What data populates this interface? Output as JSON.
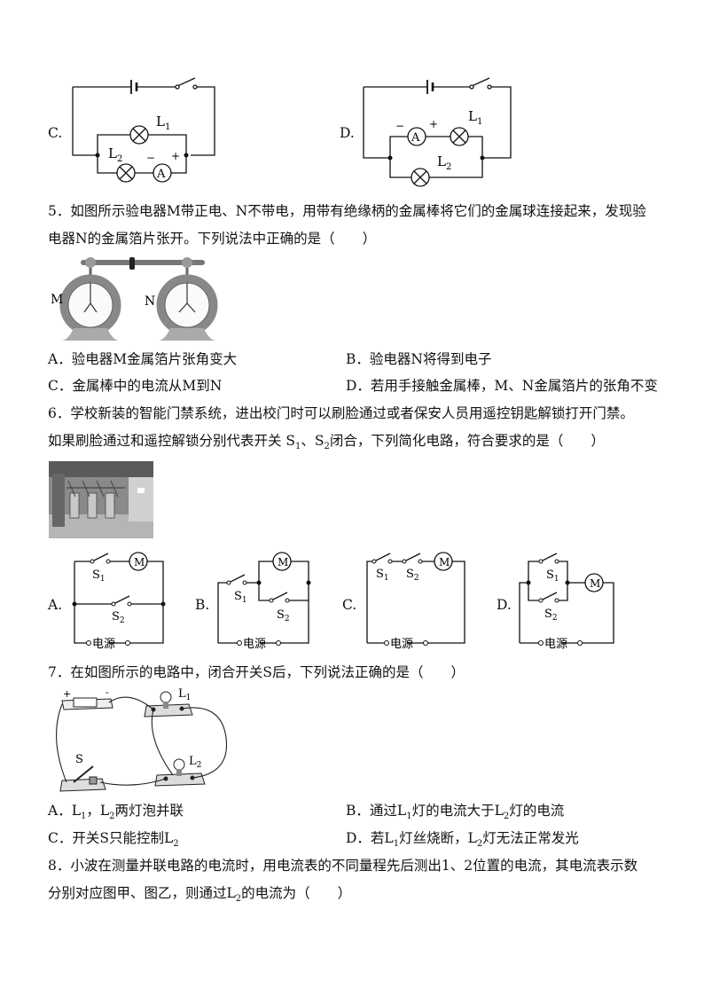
{
  "q4": {
    "option_c": "C.",
    "option_d": "D.",
    "L1": "L",
    "L1_sub": "1",
    "L2": "L",
    "L2_sub": "2",
    "ammeter": "A",
    "minus": "−",
    "plus": "+"
  },
  "q5": {
    "stem_line1": "5．如图所示验电器M带正电、N不带电，用带有绝缘柄的金属棒将它们的金属球连接起来，发现验",
    "stem_line2": "电器N的金属箔片张开。下列说法中正确的是（　　）",
    "label_m": "M",
    "label_n": "N",
    "opt_a": "A．验电器M金属箔片张角变大",
    "opt_b": "B．验电器N将得到电子",
    "opt_c": "C．金属棒中的电流从M到N",
    "opt_d": "D．若用手接触金属棒，M、N金属箔片的张角不变"
  },
  "q6": {
    "stem_line1": "6．学校新装的智能门禁系统，进出校门时可以刷脸通过或者保安人员用遥控钥匙解锁打开门禁。",
    "stem_line2_pre": "如果刷脸通过和遥控解锁分别代表开关 S",
    "stem_line2_sub1": "1",
    "stem_line2_mid": "、S",
    "stem_line2_sub2": "2",
    "stem_line2_post": "闭合，下列简化电路，符合要求的是（　　）",
    "option_a": "A.",
    "option_b": "B.",
    "option_c": "C.",
    "option_d": "D.",
    "motor": "M",
    "s": "S",
    "sub1": "1",
    "sub2": "2",
    "power": "电源"
  },
  "q7": {
    "stem": "7．在如图所示的电路中，闭合开关S后，下列说法正确的是（　　）",
    "label_l": "L",
    "label_s": "S",
    "sub1": "1",
    "sub2": "2",
    "opt_a_pre": "A．L",
    "opt_a_mid": "，L",
    "opt_a_post": "两灯泡并联",
    "opt_b_pre": "B．通过L",
    "opt_b_mid": "灯的电流大于L",
    "opt_b_post": "灯的电流",
    "opt_c_pre": "C．开关S只能控制L",
    "opt_d_pre": "D．若L",
    "opt_d_mid": "灯丝烧断，L",
    "opt_d_post": "灯无法正常发光"
  },
  "q8": {
    "stem_line1": "8．小波在测量并联电路的电流时，用电流表的不同量程先后测出1、2位置的电流，其电流表示数",
    "stem_line2_pre": "分别对应图甲、图乙，则通过L",
    "stem_line2_sub": "2",
    "stem_line2_post": "的电流为（　　）"
  }
}
